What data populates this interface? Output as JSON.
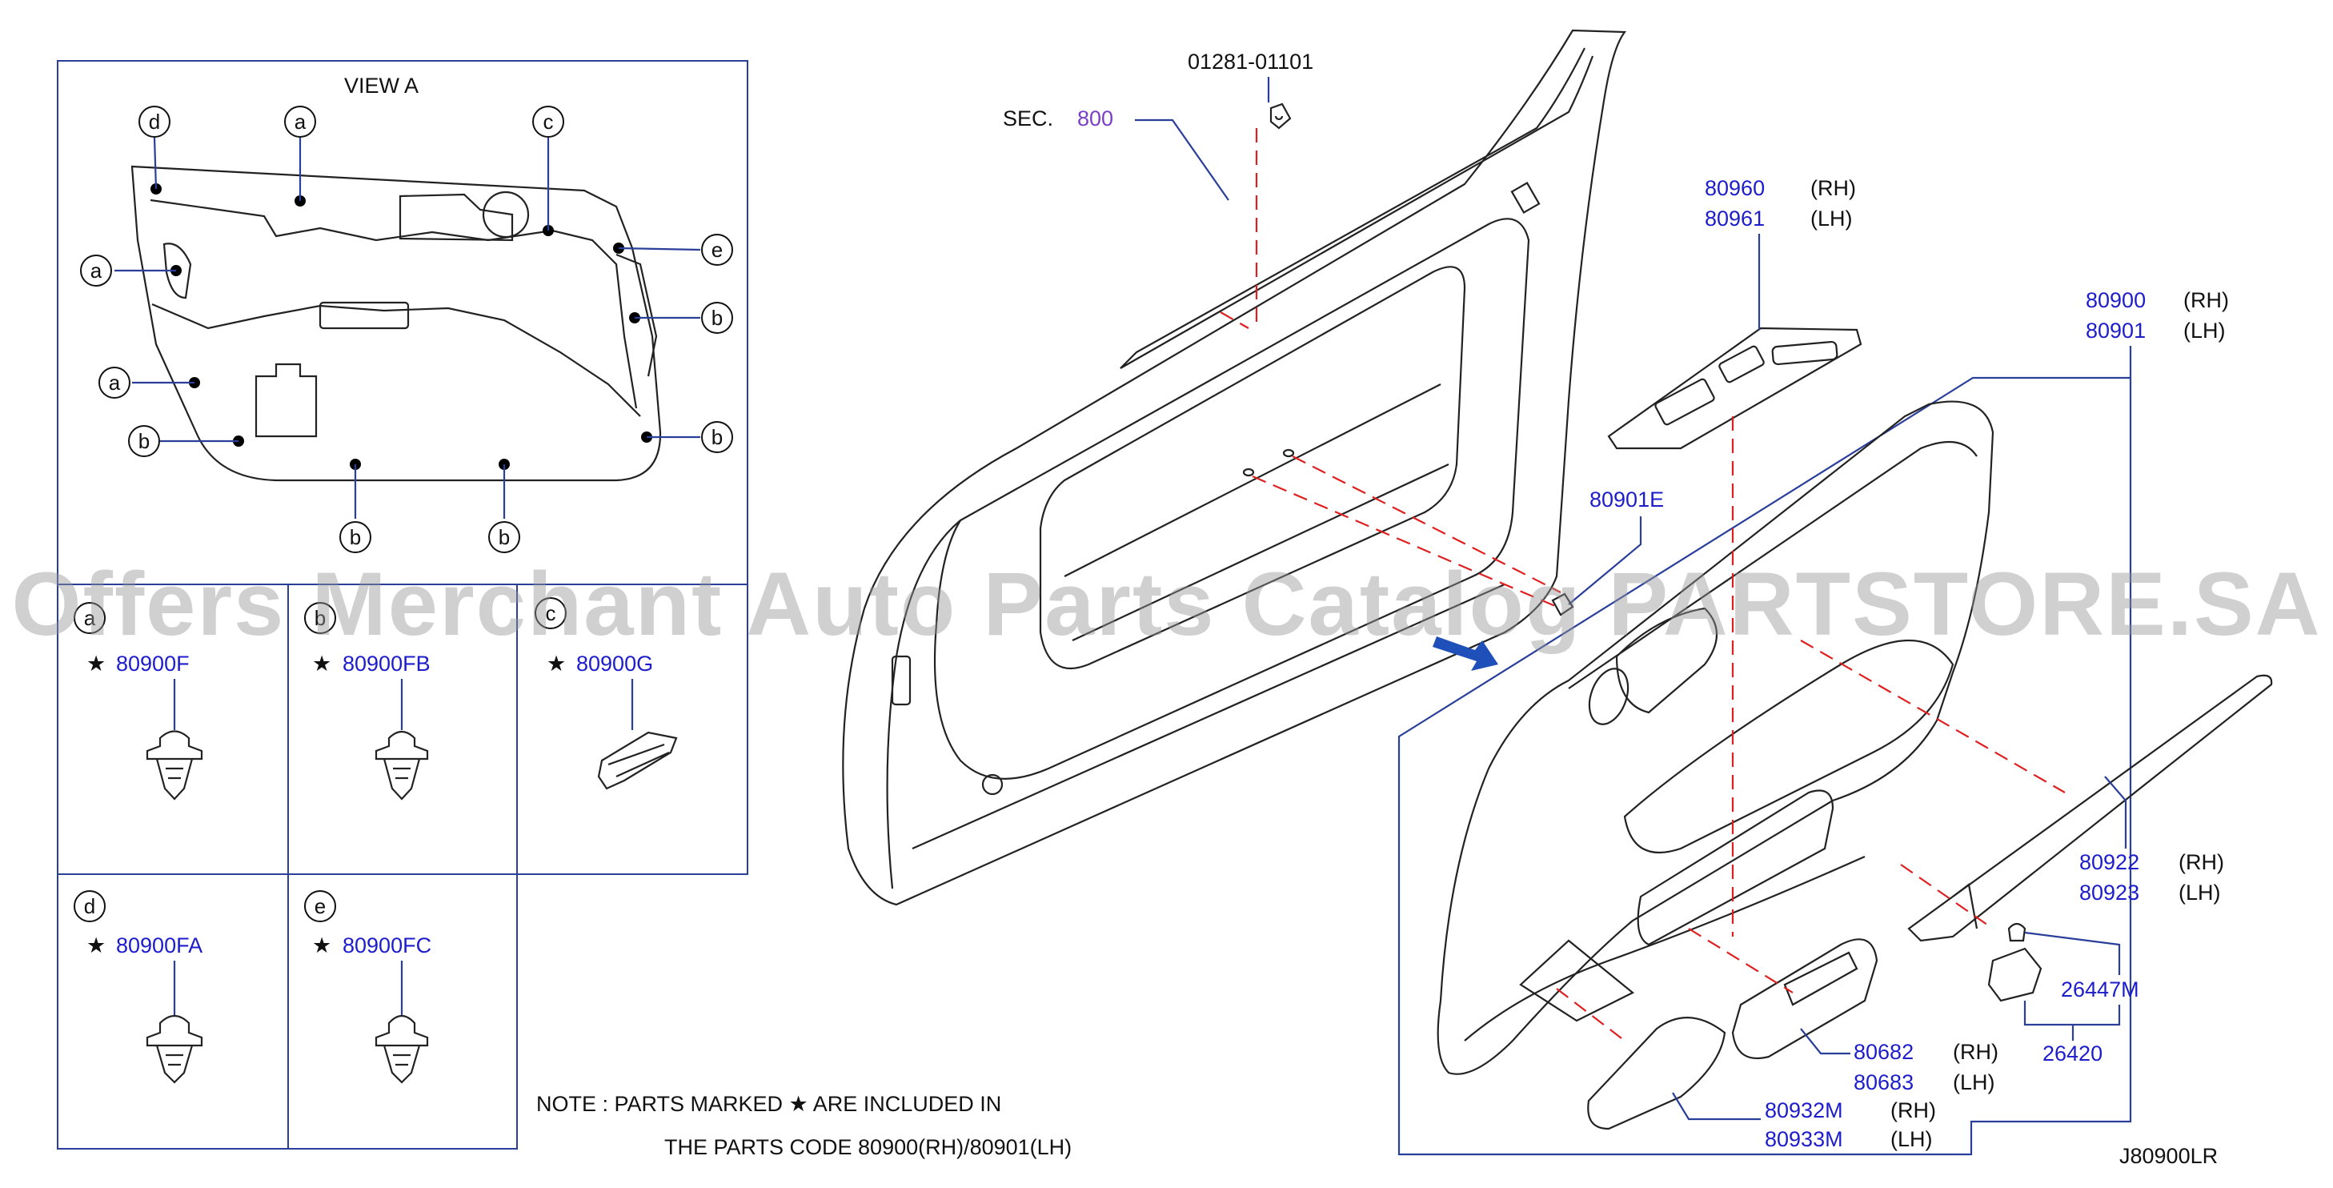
{
  "view_title": "VIEW   A",
  "callout_letters": {
    "a": "a",
    "b": "b",
    "c": "c",
    "d": "d",
    "e": "e"
  },
  "clip_cells": [
    {
      "letter": "a",
      "part": "80900F"
    },
    {
      "letter": "b",
      "part": "80900FB"
    },
    {
      "letter": "c",
      "part": "80900G"
    },
    {
      "letter": "d",
      "part": "80900FA"
    },
    {
      "letter": "e",
      "part": "80900FC"
    }
  ],
  "star": "★",
  "labels": {
    "top_clip": "01281-01101",
    "sec_prefix": "SEC.",
    "sec_number": "800",
    "p80960": "80960",
    "p80961": "80961",
    "p80900": "80900",
    "p80901": "80901",
    "p80901E": "80901E",
    "p80922": "80922",
    "p80923": "80923",
    "p26447M": "26447M",
    "p26420": "26420",
    "p80682": "80682",
    "p80683": "80683",
    "p80932M": "80932M",
    "p80933M": "80933M",
    "rh": "(RH)",
    "lh": "(LH)"
  },
  "note": {
    "line1": "NOTE  :  PARTS  MARKED  ★ ARE  INCLUDED  IN",
    "line2": "THE  PARTS  CODE  80900(RH)/80901(LH)"
  },
  "diagram_code": "J80900LR",
  "watermark": "Offers Merchant Auto Parts Catalog PARTSTORE.SA",
  "colors": {
    "part_number": "#1d1dcc",
    "section_ref": "#7a3fc6",
    "leader": "#2a3f9a",
    "dashed": "#e02020",
    "arrow": "#1f4fb8"
  }
}
